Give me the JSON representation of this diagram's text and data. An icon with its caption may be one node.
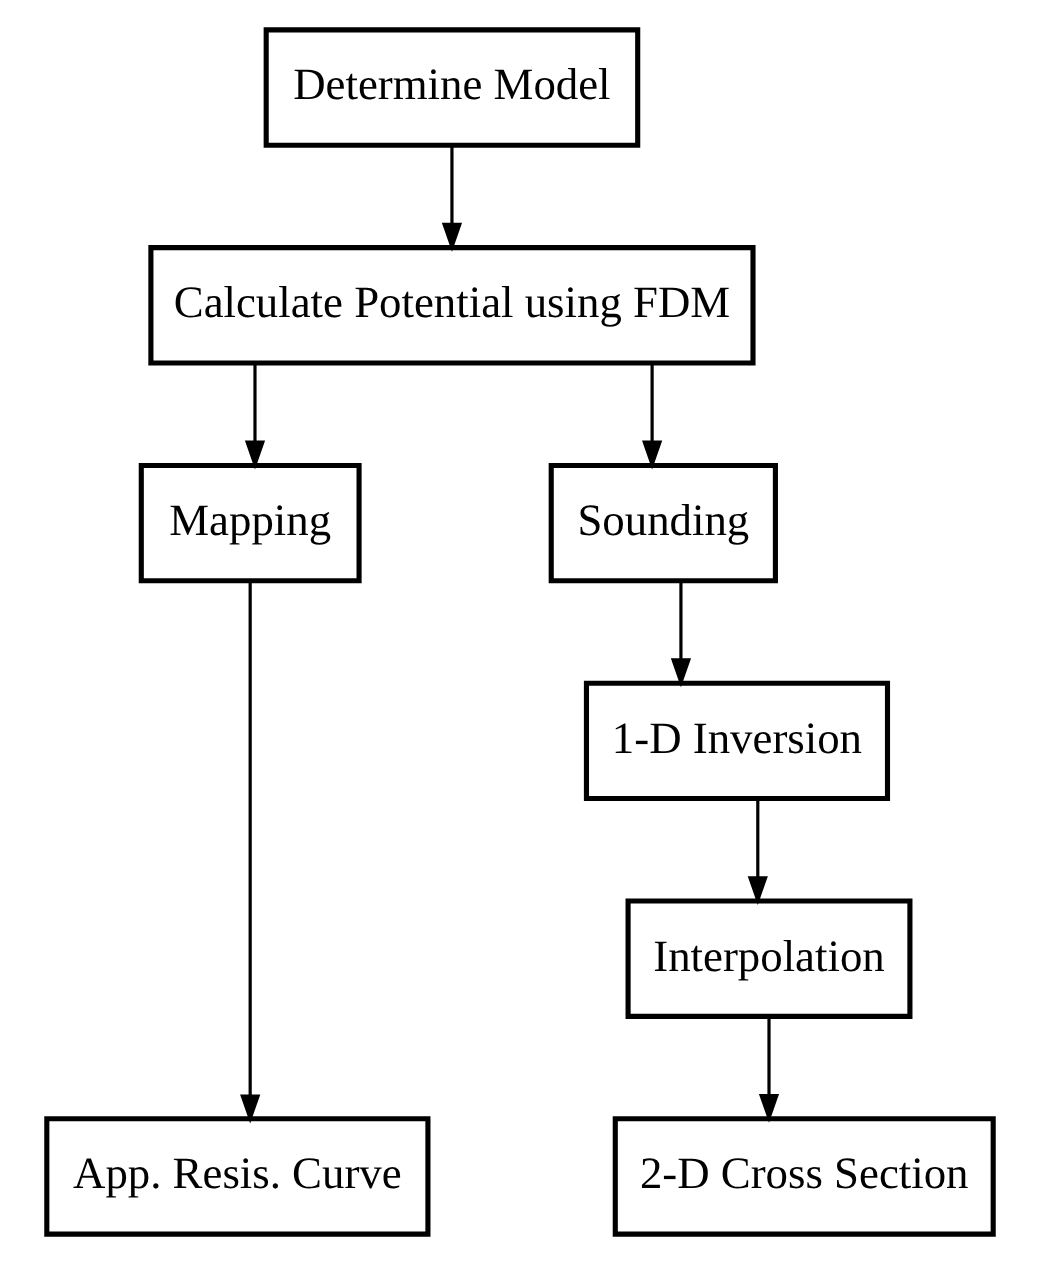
{
  "diagram": {
    "nodes": [
      {
        "text": [
          "Determine Model"
        ]
      },
      {
        "text": [
          "Calculate Potential using FDM"
        ]
      },
      {
        "text": [
          "Mapping"
        ]
      },
      {
        "text": [
          "Sounding"
        ]
      },
      {
        "text": [
          "1-D Inversion"
        ]
      },
      {
        "text": [
          "Interpolation"
        ]
      },
      {
        "text": [
          "App. Resis. Curve"
        ]
      },
      {
        "text": [
          "2-D Cross Section"
        ]
      }
    ],
    "edges": [
      {
        "from": 0,
        "to": 1,
        "arrow": "to"
      },
      {
        "from": 1,
        "to": 2,
        "arrow": "to"
      },
      {
        "from": 1,
        "to": 3,
        "arrow": "to"
      },
      {
        "from": 2,
        "to": 6,
        "arrow": "to"
      },
      {
        "from": 3,
        "to": 4,
        "arrow": "to"
      },
      {
        "from": 4,
        "to": 5,
        "arrow": "to"
      },
      {
        "from": 5,
        "to": 7,
        "arrow": "to"
      }
    ]
  }
}
